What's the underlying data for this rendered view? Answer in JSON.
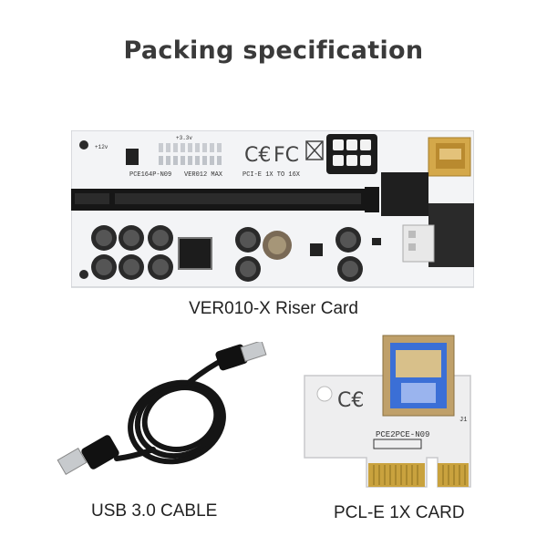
{
  "title": "Packing specification",
  "products": {
    "riser": {
      "caption": "VER010-X Riser Card",
      "silkscreen_model": "PCE164P-N09",
      "silkscreen_version": "VER012 MAX",
      "silkscreen_bus": "PCI-E 1X TO 16X",
      "silkscreen_voltage": "+3.3v",
      "silkscreen_12v": "+12v"
    },
    "cable": {
      "caption": "USB 3.0 CABLE"
    },
    "card": {
      "caption": "PCL-E 1X CARD",
      "silkscreen_model": "PCE2PCE-N09",
      "silkscreen_j1": "J1"
    }
  },
  "colors": {
    "pcb": "#f2f3f5",
    "usb_blue": "#3b6fd6",
    "gold": "#d9b64a",
    "cable": "#1a1a1a"
  }
}
